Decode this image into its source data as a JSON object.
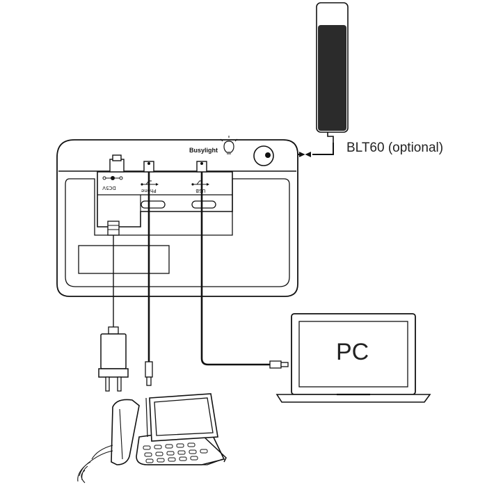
{
  "labels": {
    "handset": "BLT60 (optional)",
    "computer": "PC",
    "busylight": "Busylight",
    "port_dc": "DC5V",
    "port_phone": "Phone",
    "port_usb": "USB"
  },
  "colors": {
    "line": "#111111",
    "fill": "#ffffff",
    "handset_body": "#2b2b2b"
  }
}
